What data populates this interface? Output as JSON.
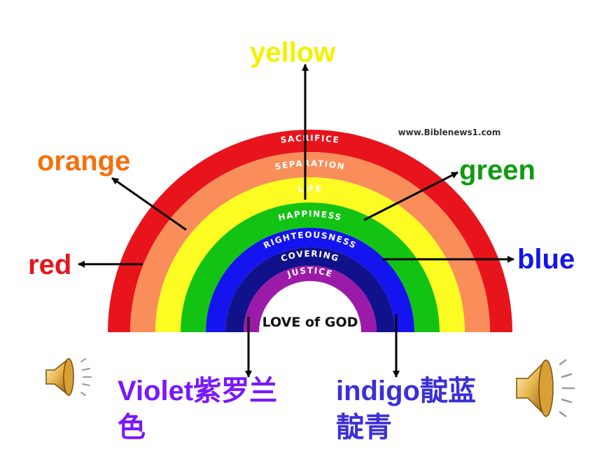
{
  "rainbow": {
    "website": "www.Biblenews1.com",
    "bands": [
      {
        "word": "SACRIFICE",
        "color": "#e8141c",
        "text_color": "#7a0d12"
      },
      {
        "word": "SEPARATION",
        "color": "#f98e5a",
        "text_color": "#5a2a10"
      },
      {
        "word": "LIFE",
        "color": "#fcfc22",
        "text_color": "#666600"
      },
      {
        "word": "HAPPINESS",
        "color": "#13c313",
        "text_color": "#ffffff"
      },
      {
        "word": "RIGHTEOUSNESS",
        "color": "#1414f0",
        "text_color": "#ffffff"
      },
      {
        "word": "COVERING",
        "color": "#11118c",
        "text_color": "#ffffff"
      },
      {
        "word": "JUSTICE",
        "color": "#9b1ba8",
        "text_color": "#e8b0f0"
      }
    ],
    "center_text": "LOVE of GOD"
  },
  "labels": {
    "yellow": {
      "text": "yellow",
      "color": "#f2f200"
    },
    "orange": {
      "text": "orange",
      "color": "#f76f0a"
    },
    "green": {
      "text": "green",
      "color": "#0f9b0f"
    },
    "red": {
      "text": "red",
      "color": "#e8141c"
    },
    "blue": {
      "text": "blue",
      "color": "#1414e8"
    },
    "violet": {
      "text": "Violet紫罗兰\n色",
      "color": "#7a18ff"
    },
    "indigo": {
      "text": "indigo靛蓝\n靛青",
      "color": "#3b2fd8"
    }
  },
  "icons": {
    "left_speaker": "speaker-icon",
    "right_speaker": "speaker-icon"
  }
}
